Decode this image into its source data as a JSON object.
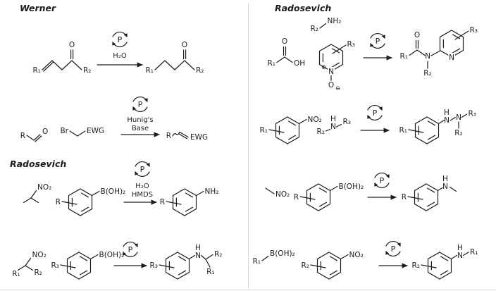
{
  "headers": {
    "werner": "Werner",
    "radosevich_left": "Radosevich",
    "radosevich_right": "Radosevich"
  },
  "catalyst": {
    "symbol": "P"
  },
  "left_rxn1": {
    "reactant": {
      "r1": "R₁",
      "o": "O",
      "r2": "R₂"
    },
    "condition1": "H₂O",
    "product": {
      "r1": "R₁",
      "o": "O",
      "r2": "R₂"
    }
  },
  "left_rxn2": {
    "aldehyde": {
      "r": "R",
      "o": "O"
    },
    "bromide": {
      "br": "Br",
      "ewg": "EWG"
    },
    "condition1": "Hunig's",
    "condition2": "Base",
    "product": {
      "r": "R",
      "ewg": "EWG"
    }
  },
  "left_rxn3": {
    "nitroalkane": {
      "no2": "NO₂"
    },
    "boronic_acid": {
      "r": "R",
      "boh2": "B(OH)₂"
    },
    "condition1": "H₂O",
    "condition2": "HMDS",
    "product": {
      "r": "R",
      "nh2": "NH₂"
    }
  },
  "left_rxn4": {
    "nitroalkane": {
      "no2": "NO₂",
      "r1": "R₁",
      "r2": "R₂"
    },
    "boronic_acid": {
      "r3": "R₃",
      "boh2": "B(OH)₂"
    },
    "product": {
      "r3": "R₃",
      "h": "H",
      "n": "N",
      "r2": "R₂",
      "r1": "R₁"
    }
  },
  "right_rxn1": {
    "acid": {
      "o": "O",
      "r1": "R₁",
      "oh": "OH"
    },
    "amine": {
      "r2": "R₂",
      "nh2": "NH₂"
    },
    "pyridine_oxide": {
      "r3": "R₃",
      "plus": "⊕",
      "n": "N",
      "o": "O",
      "minus": "⊖"
    },
    "product": {
      "o": "O",
      "r1": "R₁",
      "n": "N",
      "r2": "R₂",
      "ring_n": "N",
      "r3": "R₃"
    }
  },
  "right_rxn2": {
    "nitroarene": {
      "r1": "R₁",
      "no2": "NO₂"
    },
    "amine": {
      "r2": "R₂",
      "h": "H",
      "n": "N",
      "r3": "R₃"
    },
    "product": {
      "r1": "R₁",
      "h": "H",
      "n1": "N",
      "n2": "N",
      "r3": "R₃",
      "r2": "R₂"
    }
  },
  "right_rxn3": {
    "nitroalkane": {
      "no2": "NO₂"
    },
    "boronic_acid": {
      "r": "R",
      "boh2": "B(OH)₂"
    },
    "product": {
      "r": "R",
      "h": "H",
      "n": "N"
    }
  },
  "right_rxn4": {
    "boronic_acid": {
      "r1": "R₁",
      "boh2": "B(OH)₂"
    },
    "nitroarene": {
      "r2": "R₂",
      "no2": "NO₂"
    },
    "product": {
      "r2": "R₂",
      "h": "H",
      "n": "N",
      "r1": "R₁"
    }
  }
}
